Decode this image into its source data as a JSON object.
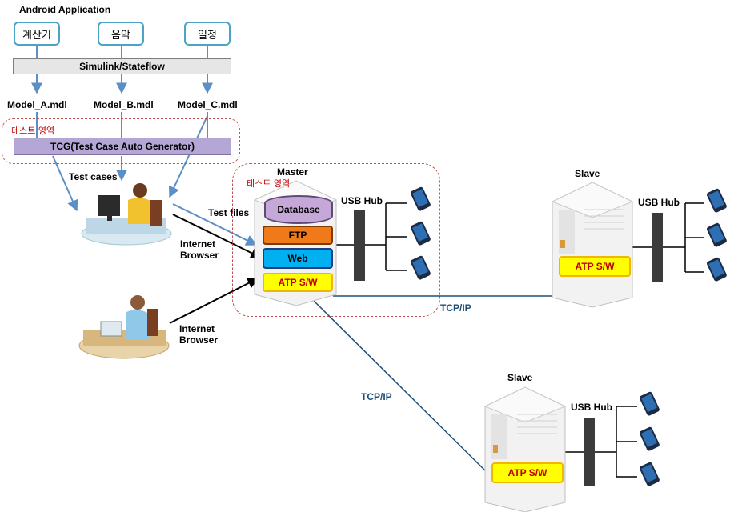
{
  "header": {
    "title": "Android Application"
  },
  "apps": [
    {
      "label": "계산기"
    },
    {
      "label": "음악"
    },
    {
      "label": "일정"
    }
  ],
  "simulink": {
    "label": "Simulink/Stateflow"
  },
  "models": [
    "Model_A.mdl",
    "Model_B.mdl",
    "Model_C.mdl"
  ],
  "test_area": {
    "label": "테스트 영역"
  },
  "tcg": {
    "label": "TCG(Test Case Auto Generator)"
  },
  "test_cases": {
    "label": "Test cases"
  },
  "test_files": {
    "label": "Test files"
  },
  "internet_browser": {
    "line1": "Internet",
    "line2": "Browser"
  },
  "master": {
    "title": "Master",
    "area_label": "테스트 영역",
    "layers": {
      "database": "Database",
      "ftp": "FTP",
      "web": "Web",
      "atp": "ATP S/W"
    },
    "usb_hub": "USB Hub"
  },
  "slave1": {
    "title": "Slave",
    "atp": "ATP S/W",
    "usb_hub": "USB Hub"
  },
  "slave2": {
    "title": "Slave",
    "atp": "ATP S/W",
    "usb_hub": "USB Hub"
  },
  "links": {
    "tcp1": "TCP/IP",
    "tcp2": "TCP/IP"
  },
  "colors": {
    "accent_blue": "#4ba3c6",
    "arrow_blue": "#5b8fc7",
    "link": "#1f4e79",
    "atp_yellow": "#ffff00",
    "ftp_orange": "#f07a1a",
    "web_blue": "#00b0f0",
    "db_purple": "#c5a8d8"
  }
}
